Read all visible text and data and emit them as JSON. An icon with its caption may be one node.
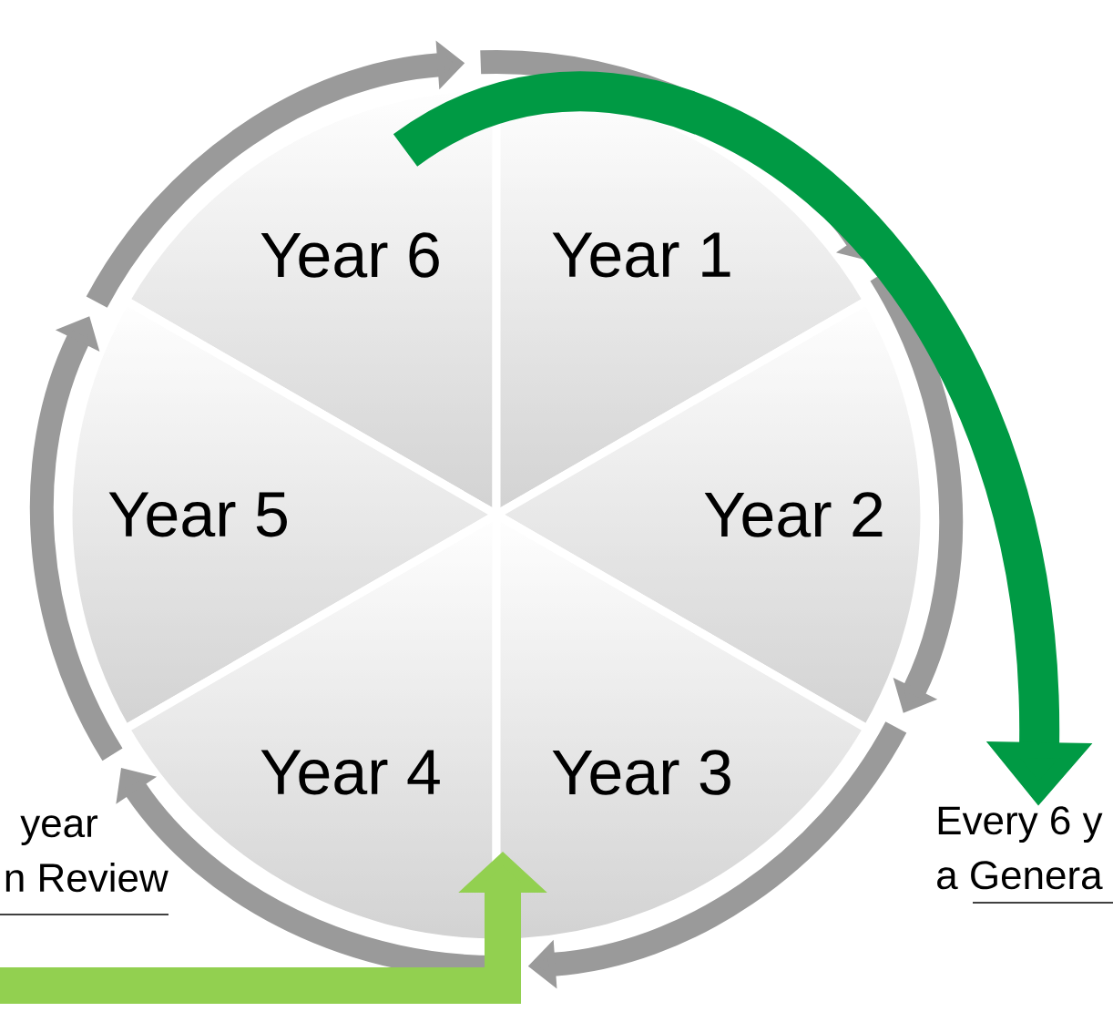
{
  "diagram": {
    "nodes": [
      {
        "text": [
          "Year 6"
        ]
      },
      {
        "text": [
          "Year 1"
        ]
      },
      {
        "text": [
          "Year 5"
        ]
      },
      {
        "text": [
          "Year 2"
        ]
      },
      {
        "text": [
          "Year 4"
        ]
      },
      {
        "text": [
          "Year 3"
        ]
      },
      {
        "text": [
          "Every 6 y",
          "a Genera"
        ]
      }
    ],
    "edges": [
      {
        "from": null,
        "to": 6,
        "arrow": "to"
      }
    ],
    "labels": [
      "year",
      "n Review"
    ]
  }
}
